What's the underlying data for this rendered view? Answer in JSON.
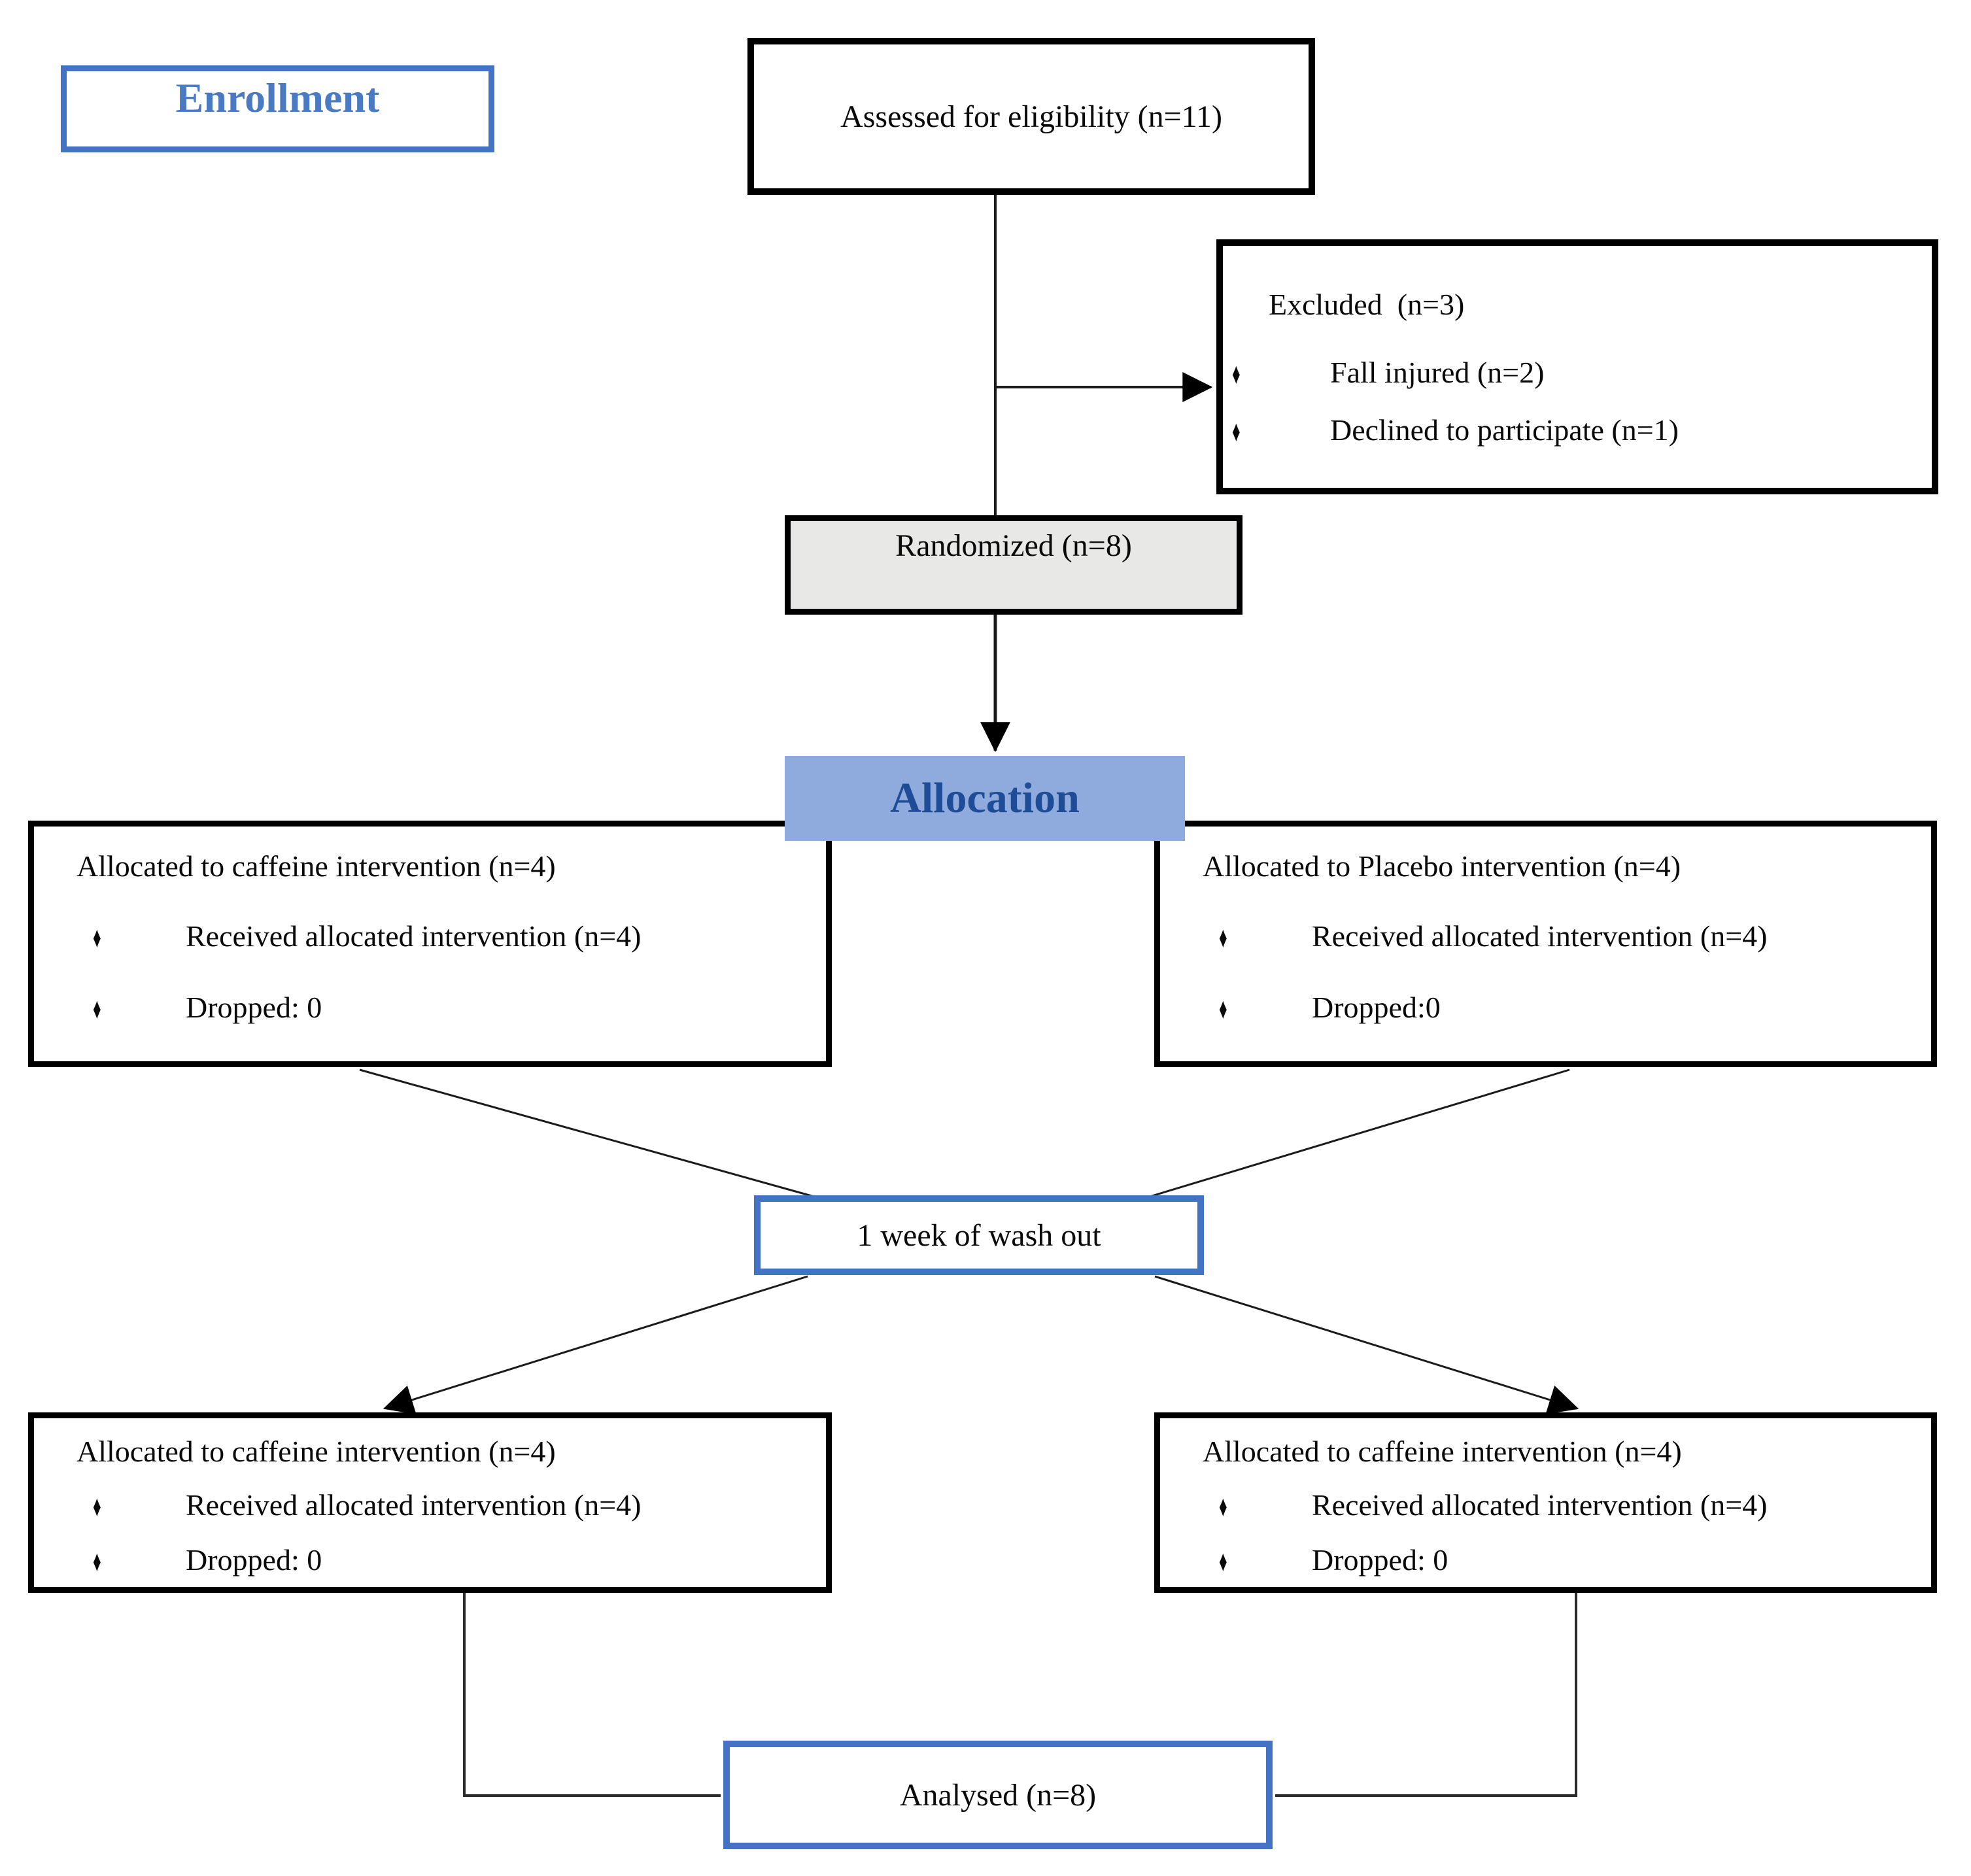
{
  "diagram": {
    "stages": {
      "enrollment_label": "Enrollment",
      "allocation_label": "Allocation"
    },
    "assessed": {
      "text": "Assessed for eligibility (n=11)"
    },
    "excluded": {
      "title": "Excluded  (n=3)",
      "bullets": [
        "Fall injured (n=2)",
        "Declined to participate (n=1)"
      ]
    },
    "randomized": {
      "text": "Randomized (n=8)"
    },
    "allocation_left": {
      "title": "Allocated to caffeine intervention (n=4)",
      "bullets": [
        "Received allocated intervention (n=4)",
        "Dropped: 0"
      ]
    },
    "allocation_right": {
      "title": "Allocated to Placebo intervention (n=4)",
      "bullets": [
        "Received allocated intervention (n=4)",
        "Dropped:0"
      ]
    },
    "washout": {
      "text": "1 week of wash out"
    },
    "followup_left": {
      "title": "Allocated to caffeine intervention (n=4)",
      "bullets": [
        "Received allocated intervention (n=4)",
        "Dropped: 0"
      ]
    },
    "followup_right": {
      "title": "Allocated to caffeine intervention (n=4)",
      "bullets": [
        "Received allocated intervention (n=4)",
        "Dropped: 0"
      ]
    },
    "analysed": {
      "text": "Analysed  (n=8)"
    },
    "bullet_glyph": "♦",
    "colors": {
      "accent_blue_border": "#4472C4",
      "banner_fill": "#8FAADC",
      "banner_text": "#1F4C96",
      "enrollment_text": "#4A7AC2",
      "randomized_fill": "#E8E8E7",
      "box_border_black": "#000000"
    }
  }
}
